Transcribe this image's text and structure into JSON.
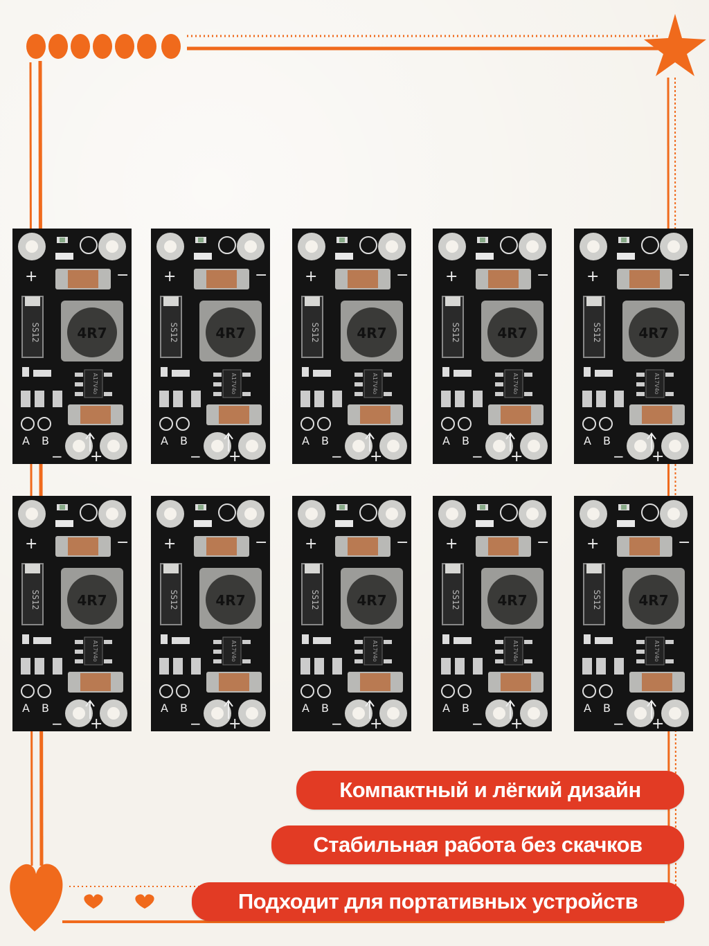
{
  "colors": {
    "accent": "#f06a1c",
    "badge": "#e23b24",
    "pcb": "#141414"
  },
  "frame": {
    "top_dots": 7,
    "corner_icon": "star-icon",
    "bottom_left_icon": "heart-icon",
    "small_hearts": 2
  },
  "product": {
    "board_count": 10,
    "rows": 2,
    "columns": 5,
    "markings": {
      "inductor": "4R7",
      "diode": "SS12",
      "chip": "A17V4o",
      "label_a": "A",
      "label_b": "B",
      "plus": "+",
      "minus": "−"
    }
  },
  "features": [
    "Компактный и лёгкий дизайн",
    "Стабильная работа без скачков",
    "Подходит для портативных устройств"
  ]
}
